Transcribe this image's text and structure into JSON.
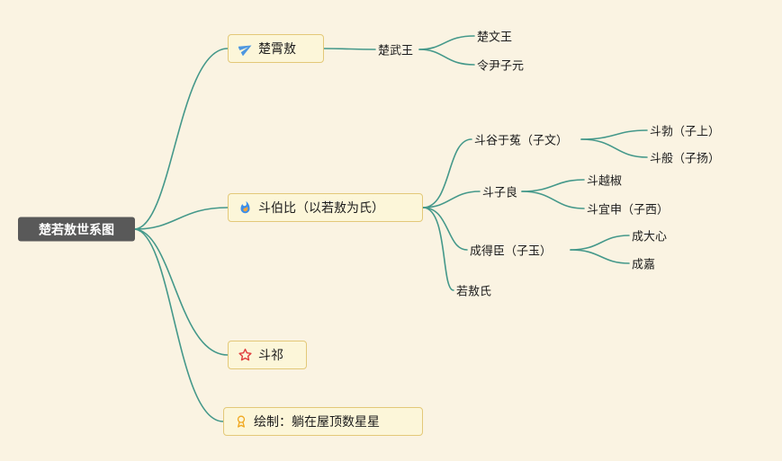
{
  "root": {
    "label": "楚若敖世系图"
  },
  "branches": [
    {
      "label": "楚霄敖",
      "icon": "paper-plane-icon",
      "children": [
        {
          "label": "楚武王",
          "children": [
            {
              "label": "楚文王"
            },
            {
              "label": "令尹子元"
            }
          ]
        }
      ]
    },
    {
      "label": "斗伯比（以若敖为氏）",
      "icon": "flame-icon",
      "children": [
        {
          "label": "斗谷于菟（子文）",
          "children": [
            {
              "label": "斗勃（子上）"
            },
            {
              "label": "斗般（子扬）"
            }
          ]
        },
        {
          "label": "斗子良",
          "children": [
            {
              "label": "斗越椒"
            },
            {
              "label": "斗宜申（子西）"
            }
          ]
        },
        {
          "label": "成得臣（子玉）",
          "children": [
            {
              "label": "成大心"
            },
            {
              "label": "成嘉"
            }
          ]
        },
        {
          "label": "若敖氏",
          "children": []
        }
      ]
    },
    {
      "label": "斗祁",
      "icon": "star-icon",
      "children": []
    },
    {
      "label": "绘制：躺在屋顶数星星",
      "icon": "medal-icon",
      "children": []
    }
  ],
  "colors": {
    "background": "#faf3e2",
    "connector": "#44988a",
    "node_fill": "#fcf6d9",
    "node_border": "#e3c878",
    "root_fill": "#595959",
    "root_text": "#ffffff",
    "text": "#1c1c1c",
    "paper_plane_blue": "#4e97e0",
    "flame_blue": "#3d8fe8",
    "flame_inner_orange": "#f2a33c",
    "star_red": "#e03e3e",
    "medal_yellow": "#f0a820"
  }
}
